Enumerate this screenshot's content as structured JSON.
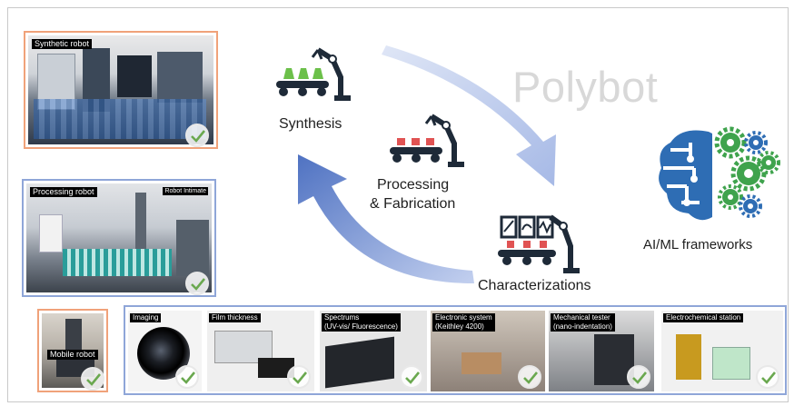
{
  "title": "Polybot",
  "stages": {
    "synthesis": "Synthesis",
    "processing_line1": "Processing",
    "processing_line2": "& Fabrication",
    "characterizations": "Characterizations",
    "ai": "AI/ML frameworks"
  },
  "robots": {
    "synthetic": "Synthetic robot",
    "processing": "Processing robot",
    "processing_sub": "Robot Intimate",
    "mobile": "Mobile robot"
  },
  "instruments": [
    {
      "label": "Imaging"
    },
    {
      "label": "Film thickness"
    },
    {
      "label": "Spectrums\n(UV-vis/ Fluorescence)"
    },
    {
      "label": "Electronic system\n(Keithley 4200)"
    },
    {
      "label": "Mechanical tester\n(nano-indentation)"
    },
    {
      "label": "Electrochemical station"
    }
  ],
  "colors": {
    "synthesis_border": "#f0a27a",
    "processing_border": "#8fa6d8",
    "arrow_light": "#b9c8ec",
    "arrow_dark": "#5f7fc7",
    "gear_green": "#3fa34d",
    "gear_blue": "#2e6db4",
    "check_green": "#6aa84f",
    "icon_dark": "#1e2a38"
  }
}
